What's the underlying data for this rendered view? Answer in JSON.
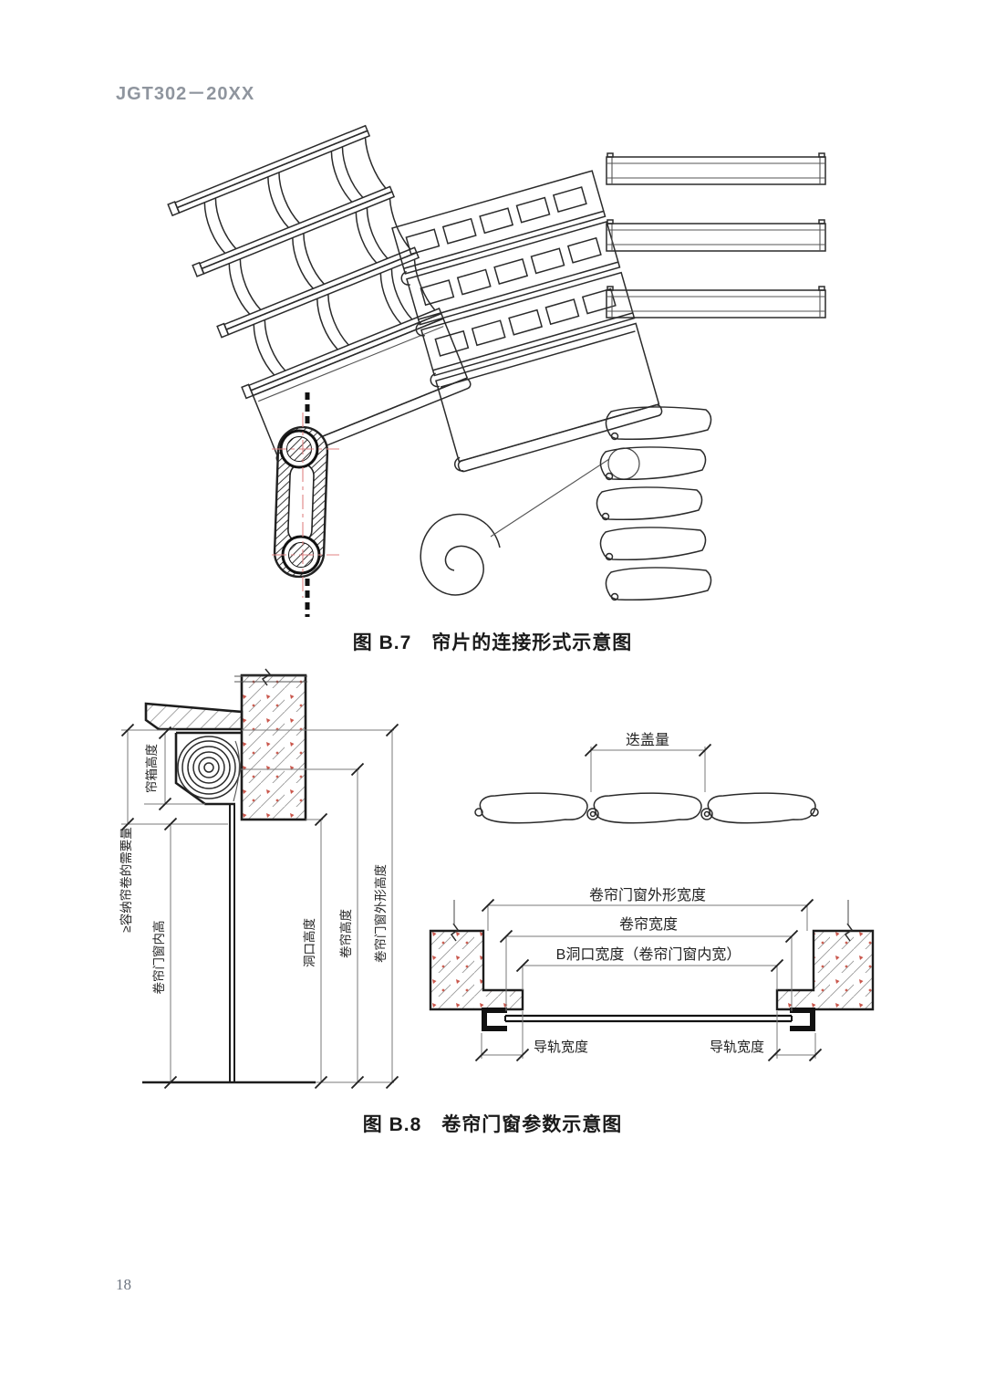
{
  "page": {
    "header": "JGT302－20XX",
    "page_number": "18"
  },
  "figure_b7": {
    "caption": "图 B.7　帘片的连接形式示意图"
  },
  "figure_b8": {
    "caption": "图 B.8　卷帘门窗参数示意图",
    "section_labels": {
      "install_space": "≥容纳帘卷的需要量",
      "box_height": "帘箱高度",
      "inner_height": "卷帘门窗内高",
      "opening_height": "洞口高度",
      "curtain_height": "卷帘高度",
      "outline_height": "卷帘门窗外形高度"
    },
    "width_labels": {
      "overlap": "迭盖量",
      "outline_width": "卷帘门窗外形宽度",
      "curtain_width": "卷帘宽度",
      "opening_width": "B洞口宽度（卷帘门窗内宽）",
      "rail_width_left": "导轨宽度",
      "rail_width_right": "导轨宽度"
    }
  },
  "colors": {
    "line": "#2b2b2b",
    "dim_line": "#7a7a7a",
    "concrete_red": "#c0392b",
    "centerline_red": "#e08383",
    "muted_text": "#8f959e"
  }
}
